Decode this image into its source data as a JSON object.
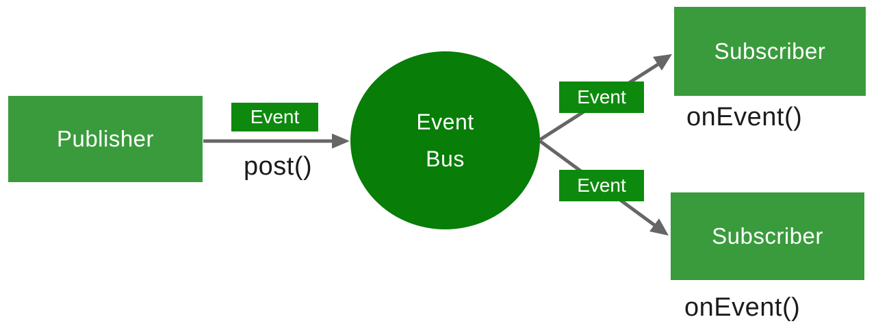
{
  "colors": {
    "node_green": "#3A9B3C",
    "label_green": "#0D8A0D",
    "bus_green": "#087D08",
    "arrow_gray": "#666666",
    "text_dark": "#1B1B1B"
  },
  "nodes": {
    "publisher": {
      "label": "Publisher",
      "method": "post()"
    },
    "event_bus": {
      "label_line1": "Event",
      "label_line2": "Bus"
    },
    "subscriber_top": {
      "label": "Subscriber",
      "method": "onEvent()"
    },
    "subscriber_bottom": {
      "label": "Subscriber",
      "method": "onEvent()"
    }
  },
  "edge_labels": {
    "publish_event": "Event",
    "deliver_event_top": "Event",
    "deliver_event_bottom": "Event"
  }
}
